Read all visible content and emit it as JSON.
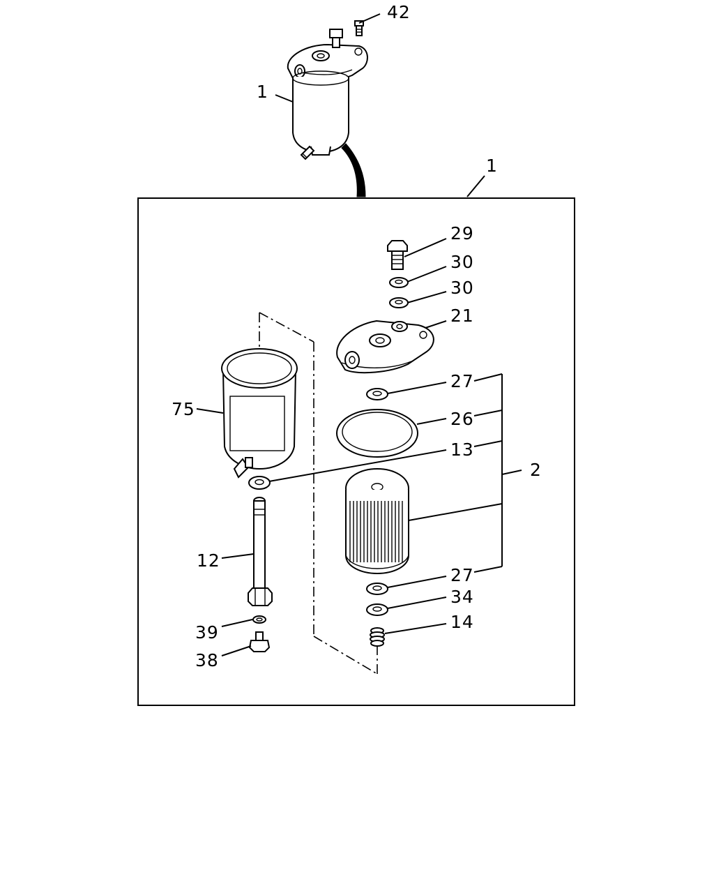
{
  "diagram": {
    "colors": {
      "ink": "#000000",
      "paper": "#ffffff"
    },
    "callouts": {
      "c42": "42",
      "c1_top": "1",
      "c1_box": "1",
      "c29": "29",
      "c30_a": "30",
      "c30_b": "30",
      "c21": "21",
      "c27_a": "27",
      "c26": "26",
      "c13": "13",
      "c2": "2",
      "c75": "75",
      "c12": "12",
      "c27_b": "27",
      "c34": "34",
      "c14": "14",
      "c39": "39",
      "c38": "38"
    }
  }
}
